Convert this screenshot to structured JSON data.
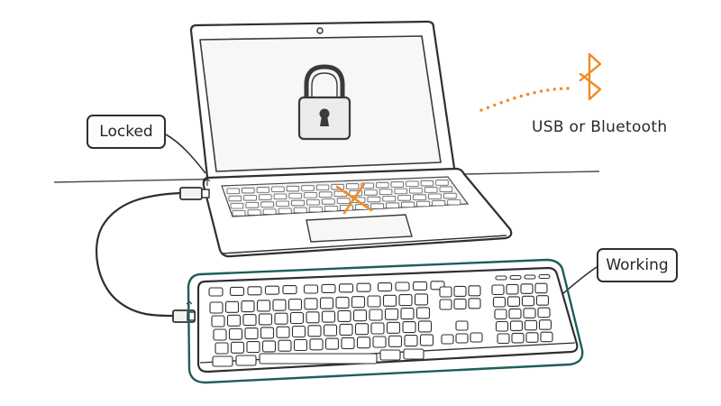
{
  "labels": {
    "laptop_status": "Locked",
    "keyboard_status": "Working",
    "connection": "USB or Bluetooth"
  },
  "icons": {
    "screen": "padlock-icon",
    "laptop_keyboard": "x-mark-icon",
    "wireless": "bluetooth-icon",
    "cable_end": "usb-icon"
  },
  "colors": {
    "accent": "#f08a24",
    "keyboard_outline": "#1d5e5a",
    "ink": "#2f2f2f"
  }
}
